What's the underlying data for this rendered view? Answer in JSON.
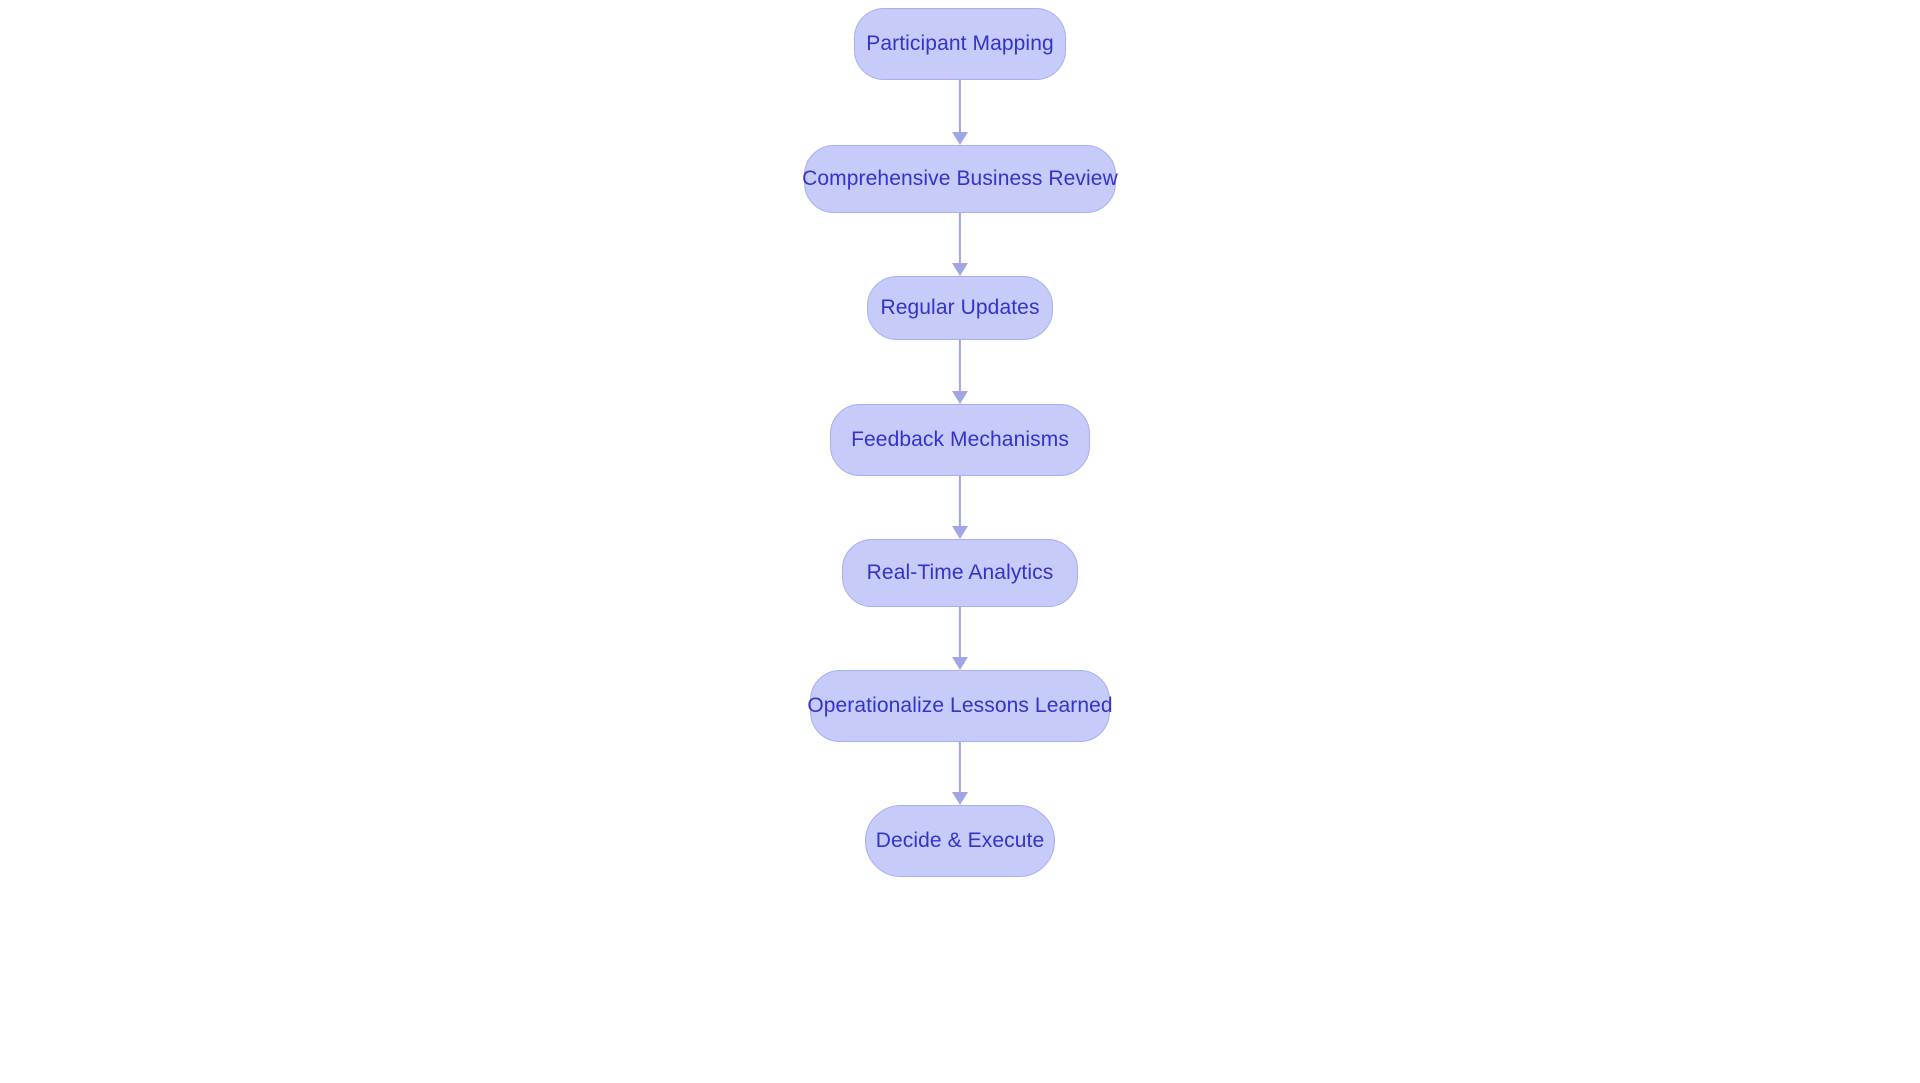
{
  "diagram": {
    "type": "flowchart",
    "orientation": "top-to-bottom",
    "colors": {
      "node_fill": "#c7cbf9",
      "node_border": "#a9aef0",
      "node_text": "#3333cc",
      "connector": "#9fa6e8",
      "background": "#ffffff"
    },
    "nodes": [
      {
        "id": "participant-mapping",
        "label": "Participant Mapping"
      },
      {
        "id": "comprehensive-business-review",
        "label": "Comprehensive Business Review"
      },
      {
        "id": "regular-updates",
        "label": "Regular Updates"
      },
      {
        "id": "feedback-mechanisms",
        "label": "Feedback Mechanisms"
      },
      {
        "id": "real-time-analytics",
        "label": "Real-Time Analytics"
      },
      {
        "id": "operationalize-lessons-learned",
        "label": "Operationalize Lessons Learned"
      },
      {
        "id": "decide-and-execute",
        "label": "Decide & Execute"
      }
    ],
    "edges": [
      {
        "from": "participant-mapping",
        "to": "comprehensive-business-review",
        "arrow": "down-arrow"
      },
      {
        "from": "comprehensive-business-review",
        "to": "regular-updates",
        "arrow": "down-arrow"
      },
      {
        "from": "regular-updates",
        "to": "feedback-mechanisms",
        "arrow": "down-arrow"
      },
      {
        "from": "feedback-mechanisms",
        "to": "real-time-analytics",
        "arrow": "down-arrow"
      },
      {
        "from": "real-time-analytics",
        "to": "operationalize-lessons-learned",
        "arrow": "down-arrow"
      },
      {
        "from": "operationalize-lessons-learned",
        "to": "decide-and-execute",
        "arrow": "down-arrow"
      }
    ]
  }
}
